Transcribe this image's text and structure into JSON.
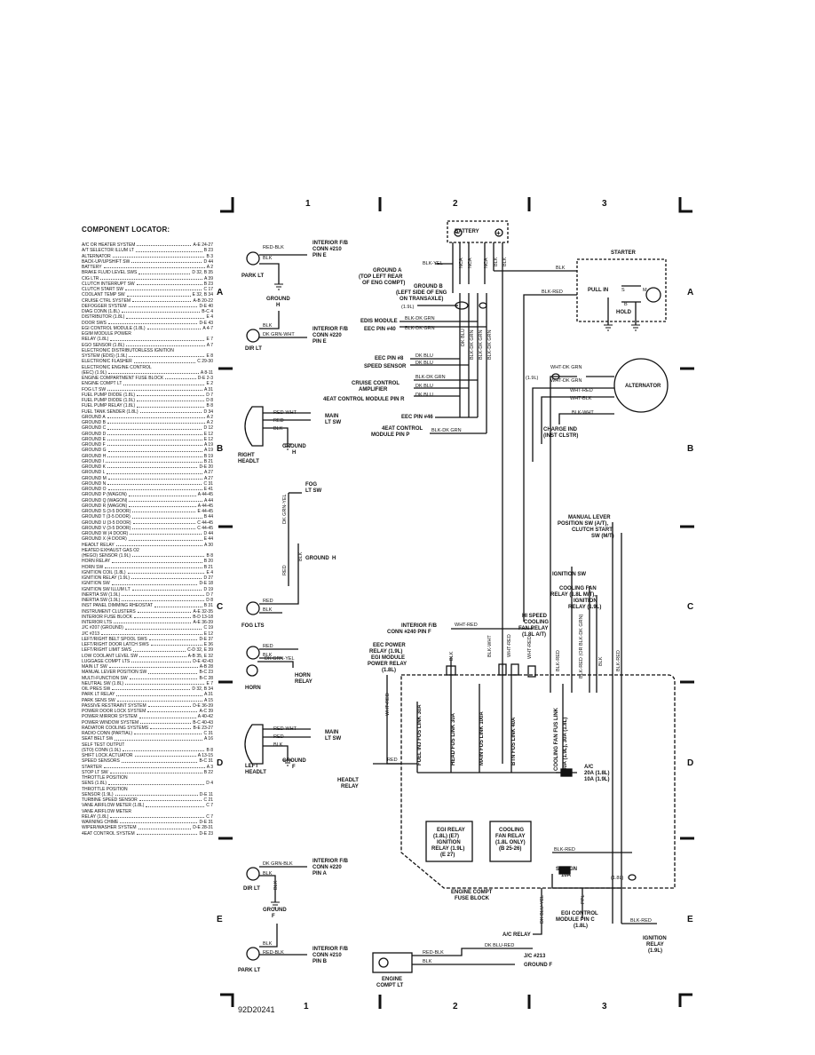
{
  "frame": {
    "columns": [
      "1",
      "2",
      "3"
    ],
    "rows": [
      "A",
      "B",
      "C",
      "D",
      "E"
    ],
    "figure_id": "92D20241"
  },
  "locator": {
    "title": "COMPONENT LOCATOR:",
    "items": [
      {
        "name": "A/C OR HEATER SYSTEM",
        "ref": "A-E 24-27"
      },
      {
        "name": "A/T SELECTOR ILLUM LT",
        "ref": "B 23"
      },
      {
        "name": "ALTERNATOR",
        "ref": "B 3"
      },
      {
        "name": "BACK-UP/UPSHIFT SW",
        "ref": "D 44"
      },
      {
        "name": "BATTERY",
        "ref": "A 2"
      },
      {
        "name": "BRAKE FLUID LEVEL SWS",
        "ref": "D 32, B 35"
      },
      {
        "name": "CIG LTR",
        "ref": "A 39"
      },
      {
        "name": "CLUTCH INTERRUPT SW",
        "ref": "B 23"
      },
      {
        "name": "CLUTCH START SW",
        "ref": "C 17"
      },
      {
        "name": "COOLANT TEMP SW",
        "ref": "E 32, B 34"
      },
      {
        "name": "CRUISE CTRL SYSTEM",
        "ref": "A-B 20-22"
      },
      {
        "name": "DEFOGGER SYSTEM",
        "ref": "D-E 40"
      },
      {
        "name": "DIAG CONN (1.8L)",
        "ref": "B-C 4"
      },
      {
        "name": "DISTRIBUTOR (1.8L)",
        "ref": "E 4"
      },
      {
        "name": "DOOR SWS",
        "ref": "D-E 43"
      },
      {
        "name": "EGI CONTROL MODULE (1.8L)",
        "ref": "A 4-7"
      },
      {
        "name": "EGIM MODULE POWER",
        "ref": ""
      },
      {
        "name": "RELAY (1.8L)",
        "ref": "E 7"
      },
      {
        "name": "EGO SENSOR (1.8L)",
        "ref": "A 7"
      },
      {
        "name": "ELECTRONIC DISTRIBUTORLESS IGNITION",
        "ref": ""
      },
      {
        "name": "SYSTEM (EDIS) (1.9L)",
        "ref": "E 8"
      },
      {
        "name": "ELECTRONIC FLASHER",
        "ref": "C 29-30"
      },
      {
        "name": "ELECTRONIC ENGINE CONTROL",
        "ref": ""
      },
      {
        "name": "(EEC) (1.9L)",
        "ref": "A 8-11"
      },
      {
        "name": "ENGINE COMPARTMENT FUSE BLOCK",
        "ref": "D-E 2-3"
      },
      {
        "name": "ENGINE COMPT LT",
        "ref": "E 2"
      },
      {
        "name": "FOG LT SW",
        "ref": "A 31"
      },
      {
        "name": "FUEL PUMP DIODE (1.8L)",
        "ref": "D 7"
      },
      {
        "name": "FUEL PUMP DIODE (1.9L)",
        "ref": "D 8"
      },
      {
        "name": "FUEL PUMP RELAY (1.8L)",
        "ref": "B 8"
      },
      {
        "name": "FUEL TANK SENDER (1.8L)",
        "ref": "D 34"
      },
      {
        "name": "GROUND A",
        "ref": "A 2"
      },
      {
        "name": "GROUND B",
        "ref": "A 2"
      },
      {
        "name": "GROUND C",
        "ref": "D 12"
      },
      {
        "name": "GROUND D",
        "ref": "E 12"
      },
      {
        "name": "GROUND E",
        "ref": "E 12"
      },
      {
        "name": "GROUND F",
        "ref": "A 19"
      },
      {
        "name": "GROUND G",
        "ref": "A 19"
      },
      {
        "name": "GROUND H",
        "ref": "B 19"
      },
      {
        "name": "GROUND I",
        "ref": "B 21"
      },
      {
        "name": "GROUND K",
        "ref": "D-E 20"
      },
      {
        "name": "GROUND L",
        "ref": "A 27"
      },
      {
        "name": "GROUND M",
        "ref": "A 27"
      },
      {
        "name": "GROUND N",
        "ref": "C 31"
      },
      {
        "name": "GROUND O",
        "ref": "E 41"
      },
      {
        "name": "GROUND P (WAGON)",
        "ref": "A 44-45"
      },
      {
        "name": "GROUND Q (WAGON)",
        "ref": "A 44"
      },
      {
        "name": "GROUND R (WAGON)",
        "ref": "A 44-45"
      },
      {
        "name": "GROUND S (3-5 DOOR)",
        "ref": "E 44-45"
      },
      {
        "name": "GROUND T (3-5 DOOR)",
        "ref": "B 44"
      },
      {
        "name": "GROUND U (3-5 DOOR)",
        "ref": "C 44-45"
      },
      {
        "name": "GROUND V (3-5 DOOR)",
        "ref": "C 44-45"
      },
      {
        "name": "GROUND W (4 DOOR)",
        "ref": "D 44"
      },
      {
        "name": "GROUND X (4 DOOR)",
        "ref": "E 44"
      },
      {
        "name": "HEADLT RELAY",
        "ref": "A 30"
      },
      {
        "name": "HEATED EXHAUST GAS O2",
        "ref": ""
      },
      {
        "name": "(HEGO) SENSOR (1.9L)",
        "ref": "B 8"
      },
      {
        "name": "HORN RELAY",
        "ref": "B 20"
      },
      {
        "name": "HORN SW",
        "ref": "B 21"
      },
      {
        "name": "IGNITION COIL (1.8L)",
        "ref": "E 4"
      },
      {
        "name": "IGNITION RELAY (1.9L)",
        "ref": "D 27"
      },
      {
        "name": "IGNITION SW",
        "ref": "D-E 18"
      },
      {
        "name": "IGNITION SW ILLUM LT",
        "ref": "D 19"
      },
      {
        "name": "INERTIA SW (1.9L)",
        "ref": "D 7"
      },
      {
        "name": "INERTIA SW (1.9L)",
        "ref": "D 8"
      },
      {
        "name": "INST PANEL DIMMING RHEOSTAT",
        "ref": "B 31"
      },
      {
        "name": "INSTRUMENT CLUSTERS",
        "ref": "A-E 32-35"
      },
      {
        "name": "INTERIOR FUSE BLOCK",
        "ref": "B-D 13-18"
      },
      {
        "name": "INTERIOR LTS",
        "ref": "A-E 36-39"
      },
      {
        "name": "J/C #207 (GROUND)",
        "ref": "C 19"
      },
      {
        "name": "J/C #213",
        "ref": "E 12"
      },
      {
        "name": "LEFT/RIGHT BELT SPOOL SWS",
        "ref": "D-E 37"
      },
      {
        "name": "LEFT/RIGHT DOOR LATCH SWS",
        "ref": "E 36"
      },
      {
        "name": "LEFT/RIGHT LIMIT SWS",
        "ref": "C-D 32, E 39"
      },
      {
        "name": "LOW COOLANT LEVEL SW",
        "ref": "A-B 35, E 32"
      },
      {
        "name": "LUGGAGE COMPT LTS",
        "ref": "D-E 42-43"
      },
      {
        "name": "MAIN LT SW",
        "ref": "A-B 28"
      },
      {
        "name": "MANUAL LEVER POSITION SW",
        "ref": "B-C 23"
      },
      {
        "name": "MULTI-FUNCTION SW",
        "ref": "B-C 28"
      },
      {
        "name": "NEUTRAL SW (1.8L)",
        "ref": "E 7"
      },
      {
        "name": "OIL PRES SW",
        "ref": "D 32, B 34"
      },
      {
        "name": "PARK LT RELAY",
        "ref": "A 31"
      },
      {
        "name": "PARK SENS SW",
        "ref": "A 15"
      },
      {
        "name": "PASSIVE RESTRAINT SYSTEM",
        "ref": "D-E 36-39"
      },
      {
        "name": "POWER DOOR LOCK SYSTEM",
        "ref": "A-C 39"
      },
      {
        "name": "POWER MIRROR SYSTEM",
        "ref": "A 40-42"
      },
      {
        "name": "POWER WINDOW SYSTEM",
        "ref": "B-C 40-43"
      },
      {
        "name": "RADIATOR COOLING SYSTEMS",
        "ref": "B-E 23-27"
      },
      {
        "name": "RADIO CONN (PARTIAL)",
        "ref": "C 31"
      },
      {
        "name": "SEAT BELT SW",
        "ref": "A 16"
      },
      {
        "name": "SELF TEST OUTPUT",
        "ref": ""
      },
      {
        "name": "(STO) CONN (1.9L)",
        "ref": "B 8"
      },
      {
        "name": "SHIFT LOCK ACTUATOR",
        "ref": "A 13-15"
      },
      {
        "name": "SPEED SENSORS",
        "ref": "B-C 31"
      },
      {
        "name": "STARTER",
        "ref": "A 3"
      },
      {
        "name": "STOP LT SW",
        "ref": "B 22"
      },
      {
        "name": "THROTTLE POSITION",
        "ref": ""
      },
      {
        "name": "SENS (1.8L)",
        "ref": "D 4"
      },
      {
        "name": "THROTTLE POSITION",
        "ref": ""
      },
      {
        "name": "SENSOR (1.9L)",
        "ref": "D-E 11"
      },
      {
        "name": "TURBINE SPEED SENSOR",
        "ref": "C 21"
      },
      {
        "name": "VANE AIRFLOW METER (1.8L)",
        "ref": "C 7"
      },
      {
        "name": "VANE AIRFLOW METER",
        "ref": ""
      },
      {
        "name": "RELAY (1.8L)",
        "ref": "C 7"
      },
      {
        "name": "WARNING CHIME",
        "ref": "D-E 31"
      },
      {
        "name": "WIPER/WASHER SYSTEM",
        "ref": "D-E 28-31"
      },
      {
        "name": "4EAT CONTROL SYSTEM",
        "ref": "D-E 23"
      }
    ]
  },
  "labels": {
    "battery": "BATTERY",
    "battery_pos": "+",
    "battery_neg": "−",
    "park_lt_top": "PARK LT",
    "red_blk": "RED-BLK",
    "blk": "BLK",
    "interior_210_a1": "INTERIOR F/B",
    "interior_210_a2": "CONN #210",
    "interior_210_a3": "PIN E",
    "ground_h": "GROUND",
    "ground_h_letter": "H",
    "dk_grn_wht": "DK GRN-WHT",
    "interior_220_a1": "INTERIOR F/B",
    "interior_220_a2": "CONN #220",
    "interior_220_a3": "PIN E",
    "dir_lt_top": "DIR LT",
    "blk_yel": "BLK-YEL",
    "nca": "NCA",
    "ground_a1": "GROUND A",
    "ground_a2": "(TOP LEFT REAR",
    "ground_a3": "OF ENG COMPT)",
    "ground_b1": "GROUND B",
    "ground_b2": "(LEFT SIDE OF ENG",
    "ground_b3": "ON TRANSAXLE)",
    "l19": "(1.9L)",
    "edis_module": "EDIS MODULE",
    "eec_pin40": "EEC PIN #40",
    "blk_dk_grn": "BLK-DK GRN",
    "dk_blu": "DK BLU",
    "eec_pin8": "EEC PIN #8",
    "speed_sensor": "SPEED SENSOR",
    "cruise_control1": "CRUISE CONTROL",
    "cruise_control2": "AMPLIFIER",
    "eat_pin_r": "4EAT CONTROL MODULE PIN R",
    "eec_pin46": "EEC PIN #46",
    "eat_pin_p1": "4EAT CONTROL",
    "eat_pin_p2": "MODULE PIN P",
    "starter": "STARTER",
    "blk_red": "BLK-RED",
    "pull_in": "PULL IN",
    "hold": "HOLD",
    "s_term": "S",
    "m_term": "M",
    "b_term": "B",
    "alternator": "ALTERNATOR",
    "wht_dk_grn": "WHT-DK GRN",
    "wht_red": "WHT-RED",
    "wht_blk": "WHT-BLK",
    "blk_wht": "BLK-WHT",
    "charge_ind1": "CHARGE IND",
    "charge_ind2": "(INST CLSTR)",
    "right_headlt1": "RIGHT",
    "right_headlt2": "HEADLT",
    "red_wht": "RED-WHT",
    "red": "RED",
    "main_lt_sw1": "MAIN",
    "main_lt_sw2": "LT SW",
    "fog_lt_sw1": "FOG",
    "fog_lt_sw2": "LT SW",
    "dk_grn_yel": "DK GRN-YEL",
    "fog_lts": "FOG LTS",
    "horn": "HORN",
    "horn_relay1": "HORN",
    "horn_relay2": "RELAY",
    "manual_lever1": "MANUAL LEVER",
    "manual_lever2": "POSITION SW (A/T),",
    "manual_lever3": "CLUTCH START",
    "manual_lever4": "SW (M/T)",
    "ignition_sw": "IGNITION SW",
    "cooling_fan_relay1": "COOLING FAN",
    "cooling_fan_relay2": "RELAY (1.8L M/T),",
    "cooling_fan_relay3": "IGNITION",
    "cooling_fan_relay4": "RELAY (1.9L)",
    "hi_speed1": "HI SPEED",
    "hi_speed2": "COOLING",
    "hi_speed3": "FAN RELAY",
    "hi_speed4": "(1.8L A/T)",
    "interior_240_1": "INTERIOR F/B",
    "interior_240_2": "CONN #240 PIN F",
    "eec_power1": "EEC POWER",
    "eec_power2": "RELAY (1.9L)",
    "eec_power3": "EGI MODULE",
    "eec_power4": "POWER RELAY",
    "eec_power5": "(1.8L)",
    "fuel_inj_fl": "FUEL INJ FUS LINK 30A",
    "head_fl": "HEAD FUS LINK 30A",
    "main_fl": "MAIN FUS LINK 100A",
    "btn_fl": "BTN FUS LINK 40A",
    "cooling_fl1": "COOLING FAN FUS LINK",
    "cooling_fl2": "40A (1.9L), 30A (1.8L)",
    "blk_red_or_blk_dk_grn": "BLK-RED (OR BLK-DK GRN)",
    "headlt_relay1": "HEADLT",
    "headlt_relay2": "RELAY",
    "left_headlt1": "LEFT",
    "left_headlt2": "HEADLT",
    "ground_f": "GROUND",
    "ground_f_letter": "F",
    "ac1": "A/C",
    "ac2": "20A (1.8L)",
    "ac3": "10A (1.9L)",
    "egi_relay1": "EGI RELAY",
    "egi_relay2": "(1.8L) (E7)",
    "egi_relay3": "IGNITION",
    "egi_relay4": "RELAY (1.9L)",
    "egi_relay5": "(E 27)",
    "cooling_relay1": "COOLING",
    "cooling_relay2": "FAN RELAY",
    "cooling_relay3": "(1.8L ONLY)",
    "cooling_relay4": "(B 25-26)",
    "engine_compt_fb1": "ENGINE COMPT",
    "engine_compt_fb2": "FUSE BLOCK",
    "st_sign1": "ST-SIGN",
    "st_sign2": "10A",
    "l18": "(1.8L)",
    "ppl": "PPL",
    "dk_blu_yel": "DK BLU-YEL",
    "egi_control1": "EGI CONTROL",
    "egi_control2": "MODULE PIN C",
    "egi_control3": "(1.8L)",
    "ac_relay": "A/C RELAY",
    "ignition_relay1": "IGNITION",
    "ignition_relay2": "RELAY",
    "ignition_relay3": "(1.9L)",
    "dk_grn_blk": "DK GRN-BLK",
    "interior_220_e1": "INTERIOR F/B",
    "interior_220_e2": "CONN #220",
    "interior_220_e3": "PIN A",
    "dir_lt_bottom": "DIR LT",
    "interior_210_e1": "INTERIOR F/B",
    "interior_210_e2": "CONN #210",
    "interior_210_e3": "PIN B",
    "park_lt_bottom": "PARK LT",
    "dk_blu_red": "DK BLU-RED",
    "jc213": "J/C #213",
    "ground_f2": "GROUND F",
    "engine_compt_lt1": "ENGINE",
    "engine_compt_lt2": "COMPT LT"
  }
}
